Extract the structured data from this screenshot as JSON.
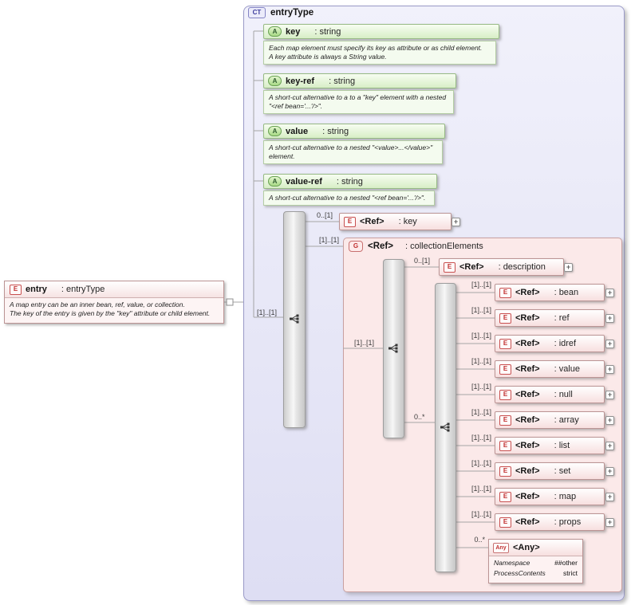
{
  "diagram": {
    "entry": {
      "kind": "E",
      "name": "entry",
      "type": ": entryType",
      "ann1": "A map entry can be an inner bean, ref, value, or collection.",
      "ann2": "The key of the entry is given by the \"key\" attribute or child element."
    },
    "ct": {
      "kind": "CT",
      "title": "entryType",
      "attributes": [
        {
          "kind": "A",
          "name": "key",
          "type": ": string",
          "ann1": "Each map element must specify its key as attribute or as child element.",
          "ann2": "A key attribute is always a String value."
        },
        {
          "kind": "A",
          "name": "key-ref",
          "type": ": string",
          "ann1": "A short-cut alternative to a to a \"key\" element with a nested",
          "ann2": "\"<ref bean='...'/>\"."
        },
        {
          "kind": "A",
          "name": "value",
          "type": ": string",
          "ann1": "A short-cut alternative to a nested \"<value>...</value>\"",
          "ann2": "element."
        },
        {
          "kind": "A",
          "name": "value-ref",
          "type": ": string",
          "ann1": "A short-cut alternative to a nested \"<ref bean='...'/>\"."
        }
      ],
      "sequence": {
        "cardinality": "[1]..[1]"
      },
      "key_element": {
        "kind": "E",
        "name": "<Ref>",
        "type": ": key",
        "cardinality": "0..[1]"
      },
      "group": {
        "kind": "G",
        "name": "<Ref>",
        "type": ": collectionElements",
        "cardinality": "[1]..[1]",
        "sequence": {
          "cardinality": "[1]..[1]"
        },
        "description": {
          "kind": "E",
          "name": "<Ref>",
          "type": ": description",
          "cardinality": "0..[1]"
        },
        "choice": {
          "cardinality": "0..*"
        },
        "elements": [
          {
            "kind": "E",
            "name": "<Ref>",
            "type": ": bean",
            "cardinality": "[1]..[1]"
          },
          {
            "kind": "E",
            "name": "<Ref>",
            "type": ": ref",
            "cardinality": "[1]..[1]"
          },
          {
            "kind": "E",
            "name": "<Ref>",
            "type": ": idref",
            "cardinality": "[1]..[1]"
          },
          {
            "kind": "E",
            "name": "<Ref>",
            "type": ": value",
            "cardinality": "[1]..[1]"
          },
          {
            "kind": "E",
            "name": "<Ref>",
            "type": ": null",
            "cardinality": "[1]..[1]"
          },
          {
            "kind": "E",
            "name": "<Ref>",
            "type": ": array",
            "cardinality": "[1]..[1]"
          },
          {
            "kind": "E",
            "name": "<Ref>",
            "type": ": list",
            "cardinality": "[1]..[1]"
          },
          {
            "kind": "E",
            "name": "<Ref>",
            "type": ": set",
            "cardinality": "[1]..[1]"
          },
          {
            "kind": "E",
            "name": "<Ref>",
            "type": ": map",
            "cardinality": "[1]..[1]"
          },
          {
            "kind": "E",
            "name": "<Ref>",
            "type": ": props",
            "cardinality": "[1]..[1]"
          }
        ],
        "any": {
          "kind": "Any",
          "name": "<Any>",
          "cardinality": "0..*",
          "row1_label": "Namespace",
          "row1_value": "##other",
          "row2_label": "ProcessContents",
          "row2_value": "strict"
        }
      }
    }
  }
}
